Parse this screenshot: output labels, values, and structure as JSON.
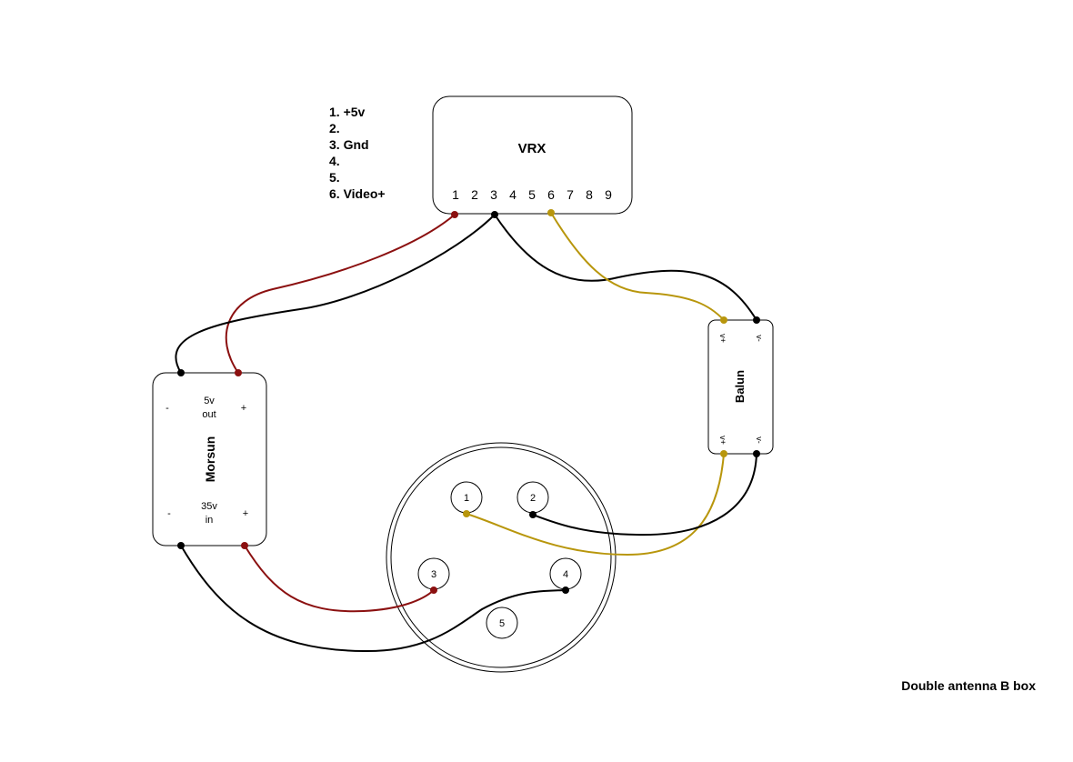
{
  "legend": {
    "items": [
      "1. +5v",
      "2.",
      "3. Gnd",
      "4.",
      "5.",
      "6. Video+"
    ]
  },
  "vrx": {
    "title": "VRX",
    "pins": [
      "1",
      "2",
      "3",
      "4",
      "5",
      "6",
      "7",
      "8",
      "9"
    ]
  },
  "morsun": {
    "title": "Morsun",
    "out_label_1": "5v",
    "out_label_2": "out",
    "in_label_1": "35v",
    "in_label_2": "in",
    "minus": "-",
    "plus": "+"
  },
  "balun": {
    "title": "Balun",
    "vplus": "v+",
    "vminus": "v-"
  },
  "connector": {
    "pins": [
      "1",
      "2",
      "3",
      "4",
      "5"
    ]
  },
  "footer": {
    "caption": "Double antenna B box"
  },
  "colors": {
    "red_wire": "#8b1010",
    "black_wire": "#000000",
    "yellow_wire": "#b8960c"
  }
}
